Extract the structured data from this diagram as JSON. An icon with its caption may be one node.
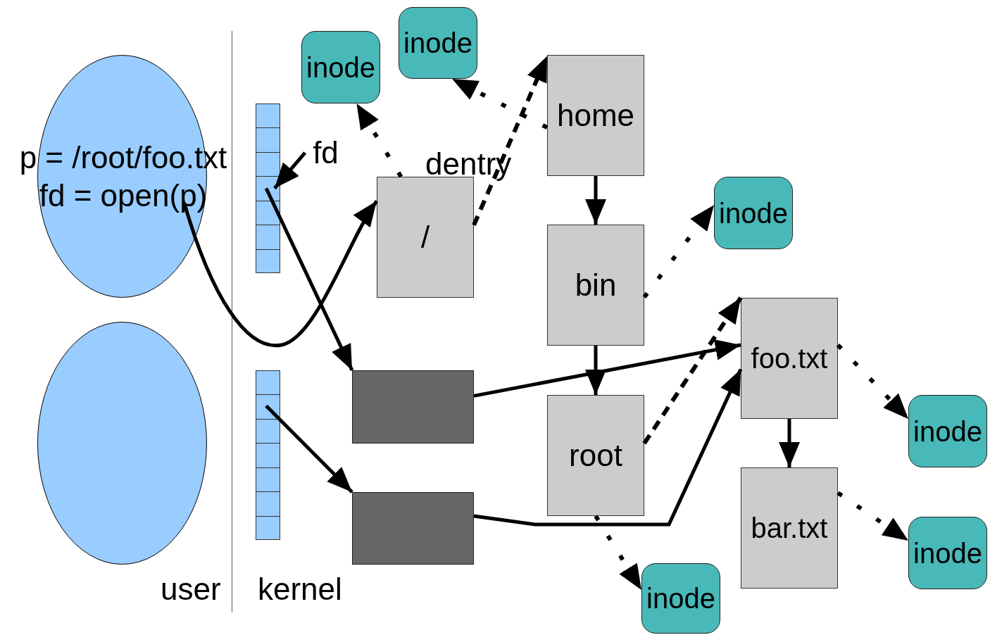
{
  "diagram": {
    "nodes": [
      {
        "text": [
          "p = /root/foo.txt fd = open(p)"
        ]
      },
      {
        "text": [],
        "shape": "circle"
      },
      {
        "text": [],
        "shape": "bar"
      },
      {
        "text": [],
        "shape": "bar"
      },
      {
        "text": [
          "/"
        ],
        "beside": [
          "dentry"
        ]
      },
      {
        "text": [
          "home"
        ]
      },
      {
        "text": [
          "bin"
        ]
      },
      {
        "text": [
          "root"
        ]
      },
      {
        "text": [
          "foo.txt"
        ]
      },
      {
        "text": [
          "bar.txt"
        ]
      },
      {
        "text": [],
        "shape": "box"
      },
      {
        "text": [],
        "shape": "box"
      },
      {
        "text": [
          "inode"
        ]
      },
      {
        "text": [
          "inode"
        ]
      },
      {
        "text": [
          "inode"
        ]
      },
      {
        "text": [
          "inode"
        ]
      },
      {
        "text": [
          "inode"
        ]
      },
      {
        "text": [
          "inode"
        ]
      },
      {
        "text": [
          "fd"
        ]
      }
    ],
    "edges": [
      {
        "from": 0,
        "to": 4,
        "arrow": "to"
      },
      {
        "from": 18,
        "to": 2,
        "arrow": "to"
      },
      {
        "from": 2,
        "to": 10,
        "arrow": "to"
      },
      {
        "from": 3,
        "to": 11,
        "arrow": "to"
      },
      {
        "from": 10,
        "to": 8,
        "arrow": "to"
      },
      {
        "from": 11,
        "to": 8,
        "arrow": "to"
      },
      {
        "from": 4,
        "to": 12,
        "arrow": "to",
        "style": "dashed"
      },
      {
        "from": 4,
        "to": 5,
        "arrow": "to",
        "style": "dashed"
      },
      {
        "from": 5,
        "to": 13,
        "arrow": "to",
        "style": "dashed"
      },
      {
        "from": 5,
        "to": 6,
        "arrow": "to"
      },
      {
        "from": 6,
        "to": 7,
        "arrow": "to"
      },
      {
        "from": 6,
        "to": 14,
        "arrow": "to",
        "style": "dashed"
      },
      {
        "from": 7,
        "to": 8,
        "arrow": "to",
        "style": "dashed"
      },
      {
        "from": 7,
        "to": 17,
        "arrow": "to",
        "style": "dashed"
      },
      {
        "from": 8,
        "to": 9,
        "arrow": "to"
      },
      {
        "from": 8,
        "to": 15,
        "arrow": "to",
        "style": "dashed"
      },
      {
        "from": 9,
        "to": 16,
        "arrow": "to",
        "style": "dashed"
      }
    ],
    "labels": [
      "user",
      "kernel"
    ]
  }
}
